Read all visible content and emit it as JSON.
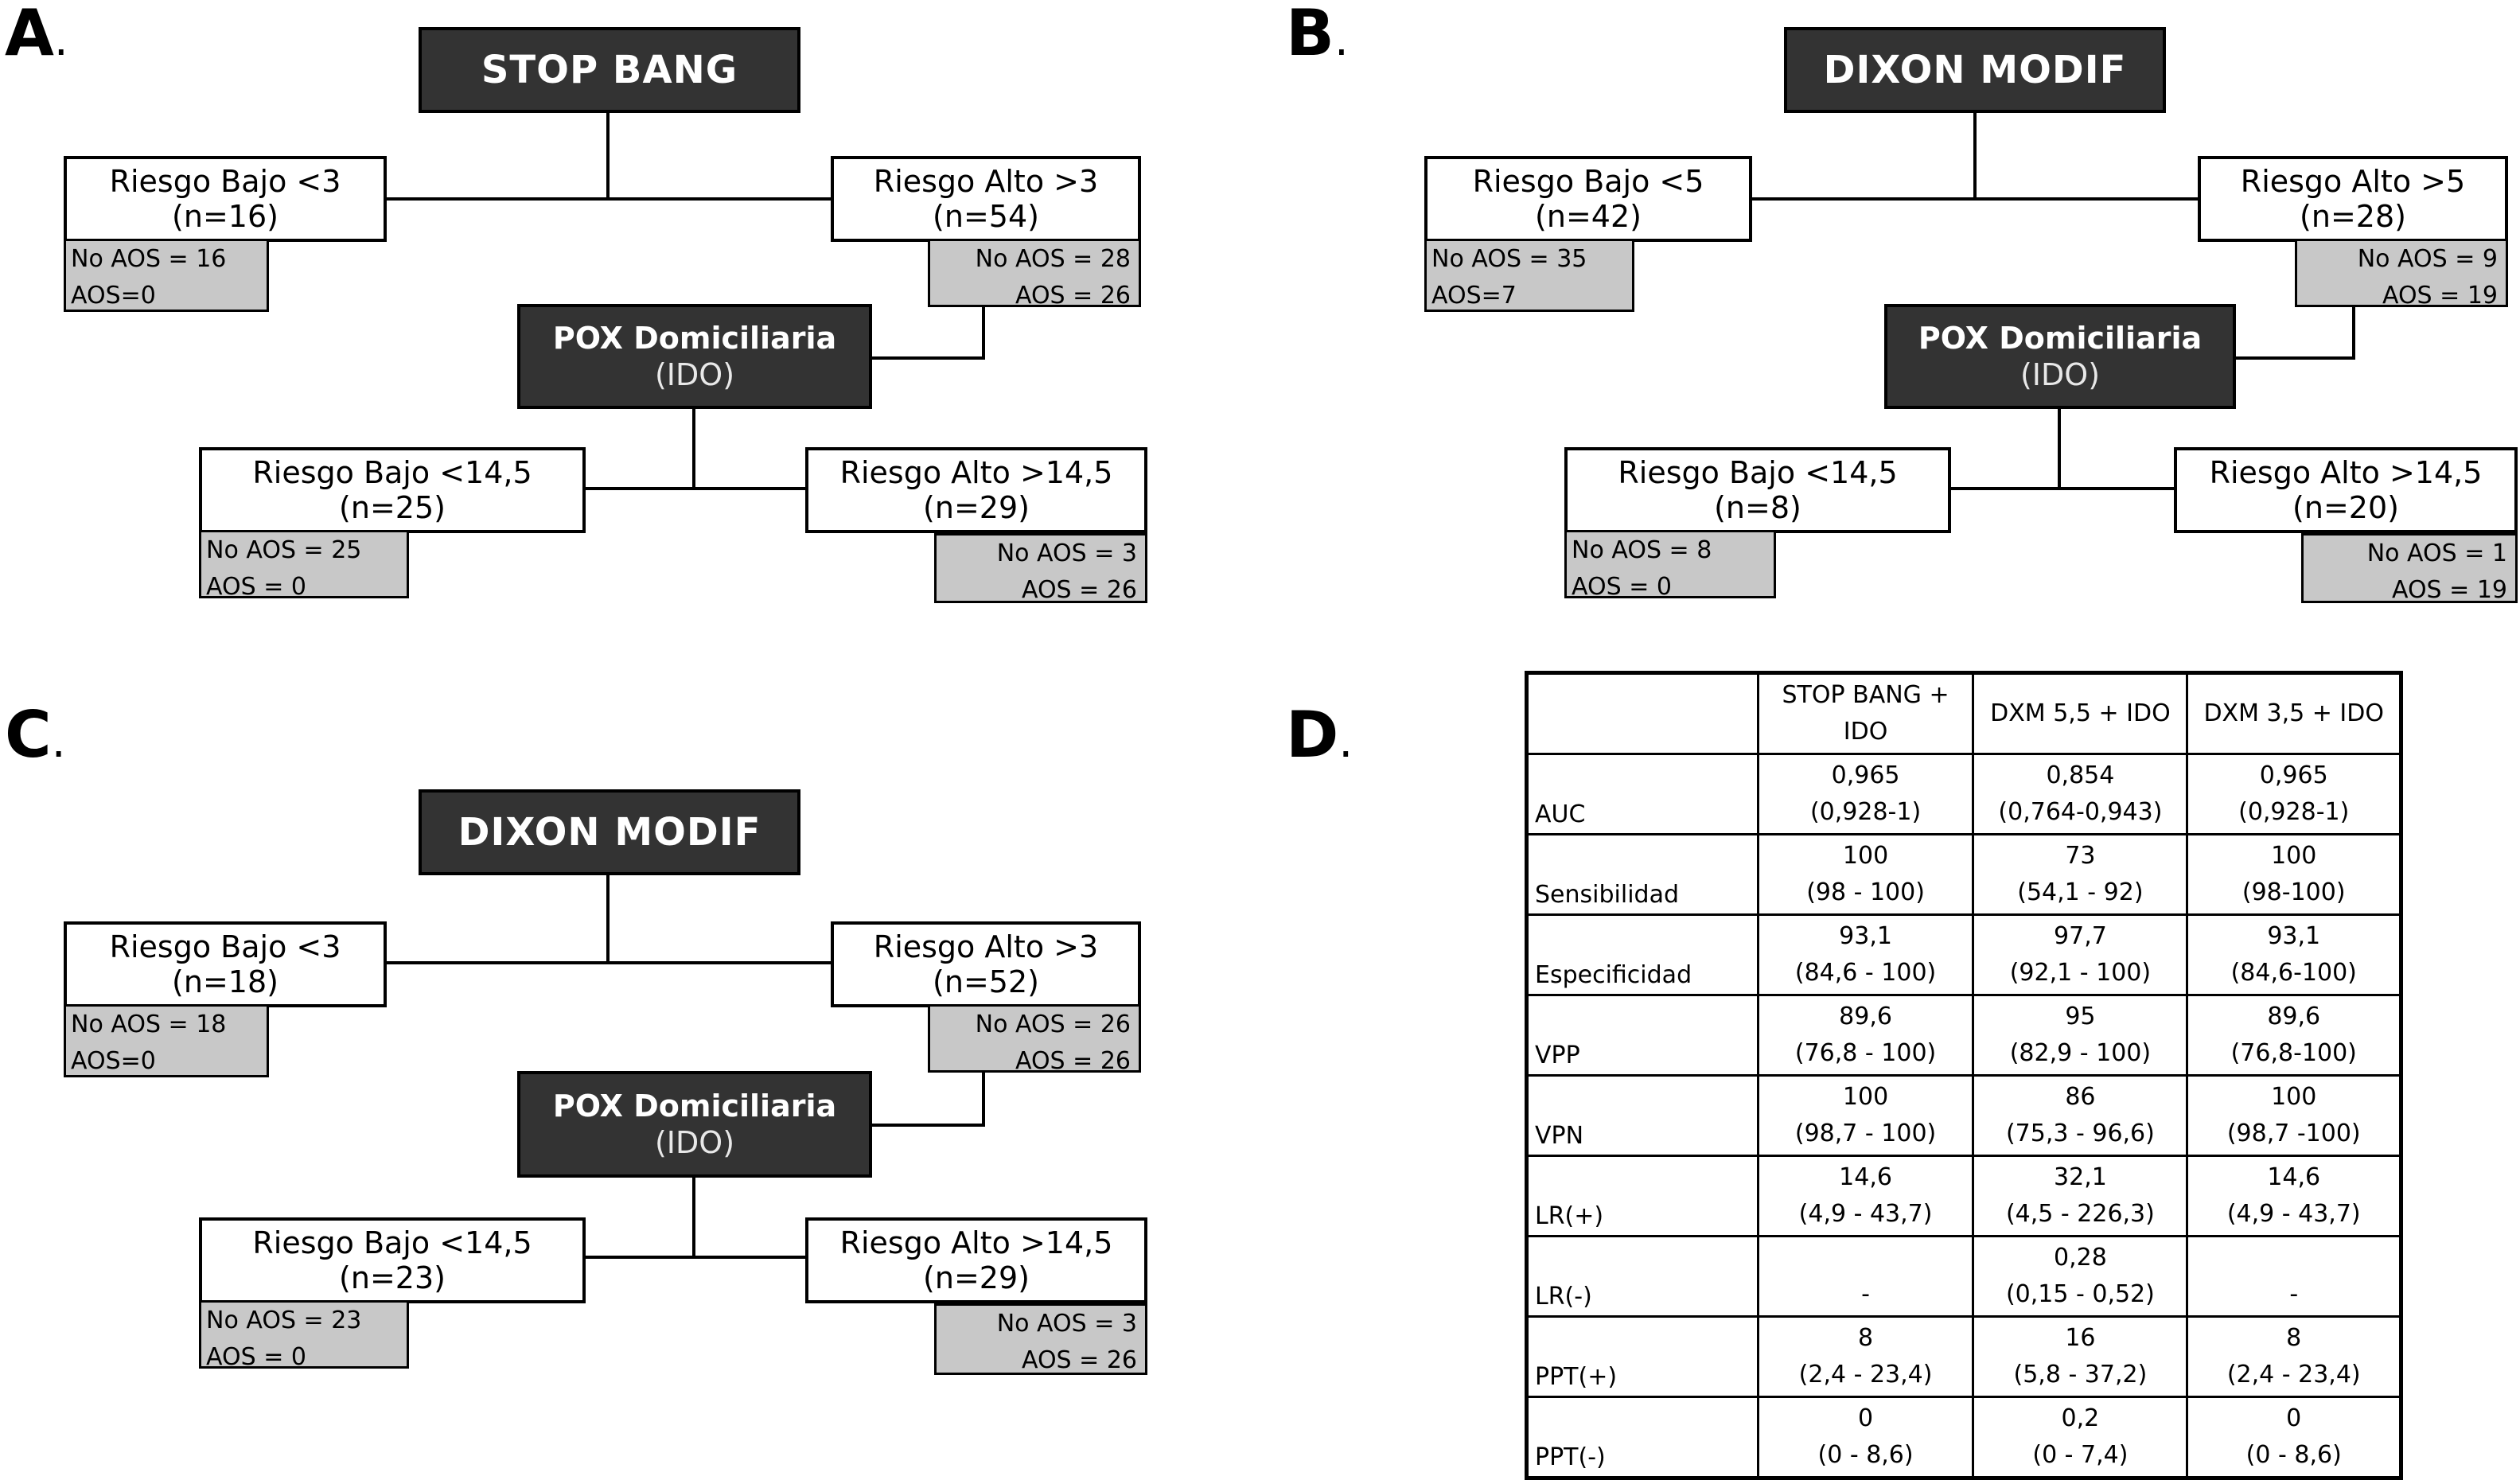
{
  "panels": {
    "A": {
      "letter": "A",
      "title": "STOP BANG",
      "low": {
        "label": "Riesgo Bajo <3",
        "n": "(n=16)",
        "noaos": "No AOS = 16",
        "aos": "AOS=0"
      },
      "high": {
        "label": "Riesgo Alto >3",
        "n": "(n=54)",
        "noaos": "No AOS = 28",
        "aos": "AOS = 26"
      },
      "pox": {
        "l1": "POX Domiciliaria",
        "l2": "(IDO)"
      },
      "low2": {
        "label": "Riesgo Bajo <14,5",
        "n": "(n=25)",
        "noaos": "No AOS = 25",
        "aos": "AOS = 0"
      },
      "high2": {
        "label": "Riesgo Alto >14,5",
        "n": "(n=29)",
        "noaos": "No AOS = 3",
        "aos": "AOS = 26"
      }
    },
    "B": {
      "letter": "B",
      "title": "DIXON MODIF",
      "low": {
        "label": "Riesgo Bajo <5",
        "n": "(n=42)",
        "noaos": "No AOS = 35",
        "aos": "AOS=7"
      },
      "high": {
        "label": "Riesgo Alto >5",
        "n": "(n=28)",
        "noaos": "No AOS = 9",
        "aos": "AOS = 19"
      },
      "pox": {
        "l1": "POX Domiciliaria",
        "l2": "(IDO)"
      },
      "low2": {
        "label": "Riesgo Bajo <14,5",
        "n": "(n=8)",
        "noaos": "No AOS = 8",
        "aos": "AOS = 0"
      },
      "high2": {
        "label": "Riesgo Alto >14,5",
        "n": "(n=20)",
        "noaos": "No AOS = 1",
        "aos": "AOS = 19"
      }
    },
    "C": {
      "letter": "C",
      "title": "DIXON MODIF",
      "low": {
        "label": "Riesgo Bajo <3",
        "n": "(n=18)",
        "noaos": "No AOS = 18",
        "aos": "AOS=0"
      },
      "high": {
        "label": "Riesgo Alto >3",
        "n": "(n=52)",
        "noaos": "No AOS = 26",
        "aos": "AOS = 26"
      },
      "pox": {
        "l1": "POX Domiciliaria",
        "l2": "(IDO)"
      },
      "low2": {
        "label": "Riesgo Bajo <14,5",
        "n": "(n=23)",
        "noaos": "No AOS = 23",
        "aos": "AOS = 0"
      },
      "high2": {
        "label": "Riesgo Alto >14,5",
        "n": "(n=29)",
        "noaos": "No AOS = 3",
        "aos": "AOS = 26"
      }
    }
  },
  "tableD": {
    "letter": "D",
    "headers": [
      [
        "STOP BANG +",
        "IDO"
      ],
      [
        "DXM 5,5 + IDO"
      ],
      [
        "DXM 3,5 + IDO"
      ]
    ],
    "rows": [
      {
        "label": "AUC",
        "cells": [
          [
            "0,965",
            "(0,928-1)"
          ],
          [
            "0,854",
            "(0,764-0,943)"
          ],
          [
            "0,965",
            "(0,928-1)"
          ]
        ]
      },
      {
        "label": "Sensibilidad",
        "cells": [
          [
            "100",
            "(98 - 100)"
          ],
          [
            "73",
            "(54,1 - 92)"
          ],
          [
            "100",
            "(98-100)"
          ]
        ]
      },
      {
        "label": "Especificidad",
        "cells": [
          [
            "93,1",
            "(84,6 - 100)"
          ],
          [
            "97,7",
            "(92,1 - 100)"
          ],
          [
            "93,1",
            "(84,6-100)"
          ]
        ]
      },
      {
        "label": "VPP",
        "cells": [
          [
            "89,6",
            "(76,8 - 100)"
          ],
          [
            "95",
            "(82,9 - 100)"
          ],
          [
            "89,6",
            "(76,8-100)"
          ]
        ]
      },
      {
        "label": "VPN",
        "cells": [
          [
            "100",
            "(98,7 - 100)"
          ],
          [
            "86",
            "(75,3 - 96,6)"
          ],
          [
            "100",
            "(98,7 -100)"
          ]
        ]
      },
      {
        "label": "LR(+)",
        "cells": [
          [
            "14,6",
            "(4,9 - 43,7)"
          ],
          [
            "32,1",
            "(4,5 - 226,3)"
          ],
          [
            "14,6",
            "(4,9 - 43,7)"
          ]
        ]
      },
      {
        "label": "LR(-)",
        "cells": [
          [
            "",
            "-"
          ],
          [
            "0,28",
            "(0,15 - 0,52)"
          ],
          [
            "",
            "-"
          ]
        ]
      },
      {
        "label": "PPT(+)",
        "cells": [
          [
            "8",
            "(2,4 - 23,4)"
          ],
          [
            "16",
            "(5,8 - 37,2)"
          ],
          [
            "8",
            "(2,4 - 23,4)"
          ]
        ]
      },
      {
        "label": "PPT(-)",
        "cells": [
          [
            "0",
            "(0 - 8,6)"
          ],
          [
            "0,2",
            "(0 - 7,4)"
          ],
          [
            "0",
            "(0 - 8,6)"
          ]
        ]
      }
    ]
  }
}
